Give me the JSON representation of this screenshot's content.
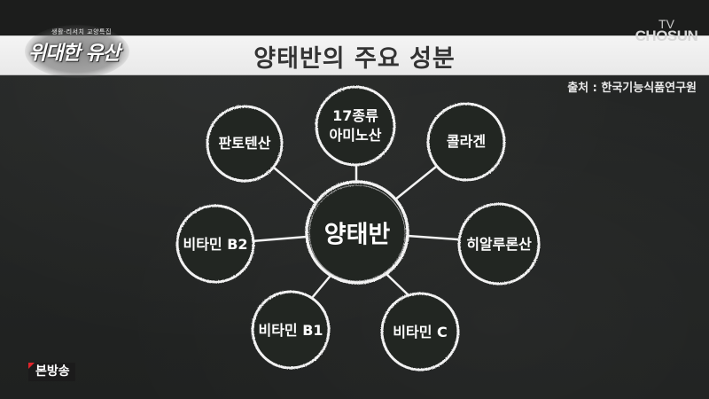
{
  "program": {
    "logo_subtitle": "생활·리서치 교양특집",
    "logo_title": "위대한 유산"
  },
  "channel": {
    "line1": "TV",
    "line2": "CHOSUN"
  },
  "title": "양태반의 주요 성분",
  "source": "출처 : 한국기능식품연구원",
  "diagram": {
    "center": "양태반",
    "nodes": [
      {
        "id": "amino",
        "lines": [
          "17종류",
          "아미노산"
        ]
      },
      {
        "id": "collagen",
        "lines": [
          "콜라겐"
        ]
      },
      {
        "id": "hyaluronic",
        "lines": [
          "히알루론산"
        ]
      },
      {
        "id": "vitc",
        "lines": [
          "비타민 C"
        ]
      },
      {
        "id": "vitb1",
        "lines": [
          "비타민 B1"
        ]
      },
      {
        "id": "vitb2",
        "lines": [
          "비타민 B2"
        ]
      },
      {
        "id": "pantothenic",
        "lines": [
          "판토텐산"
        ]
      }
    ]
  },
  "badge": {
    "label": "본방송",
    "accent_color": "#e0242a"
  },
  "colors": {
    "background": "#232524",
    "title_band": "#f0f0f0",
    "title_text": "#333333",
    "chalk": "#f2f2f2"
  }
}
